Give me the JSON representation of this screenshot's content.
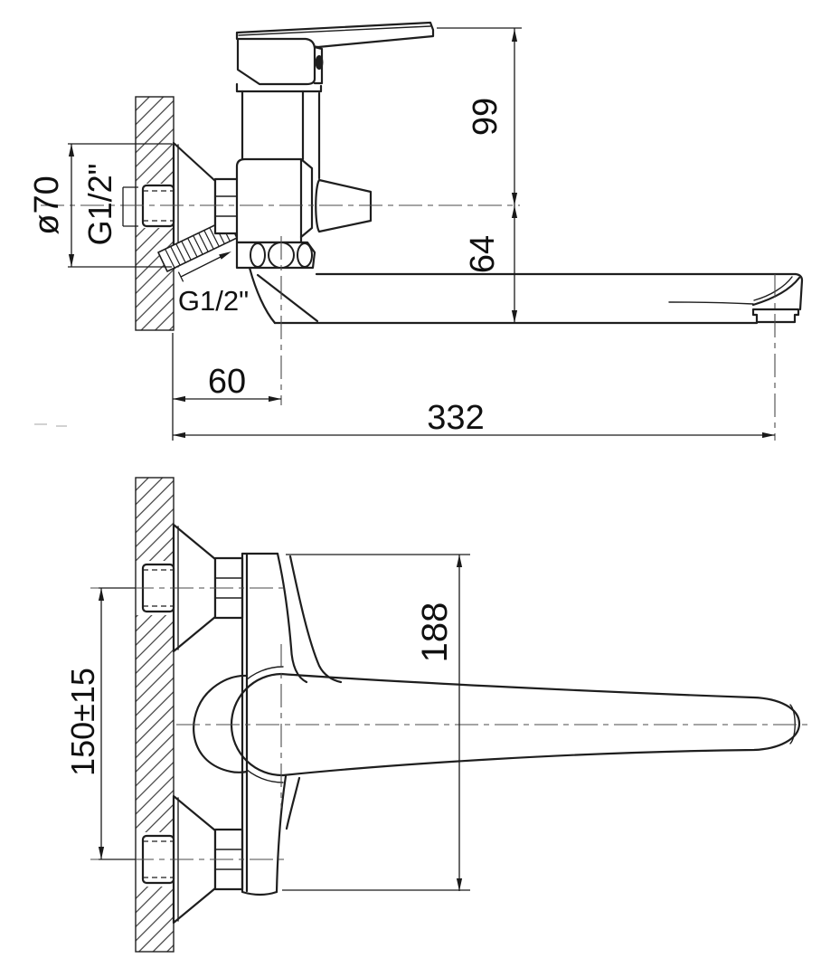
{
  "colors": {
    "background": "#ffffff",
    "line": "#1e1e1e",
    "dimension_text": "#101010"
  },
  "side_view": {
    "dims": {
      "escutcheon_diameter": "ø70",
      "wall_thread": "G1/2\"",
      "eccentric_thread": "G1/2\"",
      "handle_top_to_inlet_axis": "99",
      "inlet_axis_to_spout_outlet": "64",
      "wall_to_swivel_axis": "60",
      "wall_to_spout_end": "332"
    }
  },
  "front_view": {
    "dims": {
      "overall_height": "188",
      "inlet_center_spacing": "150±15"
    }
  }
}
